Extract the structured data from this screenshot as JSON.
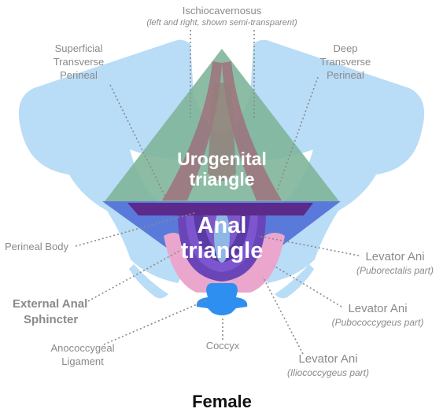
{
  "labels": {
    "ischiocavernosus": "Ischiocavernosus",
    "ischiocavernosus_note": "(left and right, shown semi-transparent)",
    "superficial_1": "Superficial",
    "superficial_2": "Transverse",
    "superficial_3": "Perineal",
    "deep_1": "Deep",
    "deep_2": "Transverse",
    "deep_3": "Perineal",
    "perineal_body": "Perineal Body",
    "external_anal_1": "External Anal",
    "external_anal_2": "Sphincter",
    "anococcygeal_1": "Anococcygeal",
    "anococcygeal_2": "Ligament",
    "coccyx": "Coccyx",
    "levator_1": "Levator Ani",
    "levator_1_part": "(Puborectalis part)",
    "levator_2": "Levator Ani",
    "levator_2_part": "(Pubococcygeus part)",
    "levator_3": "Levator Ani",
    "levator_3_part": "(Iliococcygeus part)"
  },
  "triangles": {
    "urogenital_1": "Urogenital",
    "urogenital_2": "triangle",
    "anal_1": "Anal",
    "anal_2": "triangle"
  },
  "title": "Female",
  "colors": {
    "bone": "#b9dcf7",
    "urogenital": "#7fb59a",
    "anal": "#4f6fd6",
    "muscle": "#a06878",
    "sphincter_outer": "#6a45b8",
    "pink": "#eaa6cc",
    "coccyx": "#2f8ff0",
    "membrane": "#5c2a8a",
    "label": "#8a8a8a"
  }
}
